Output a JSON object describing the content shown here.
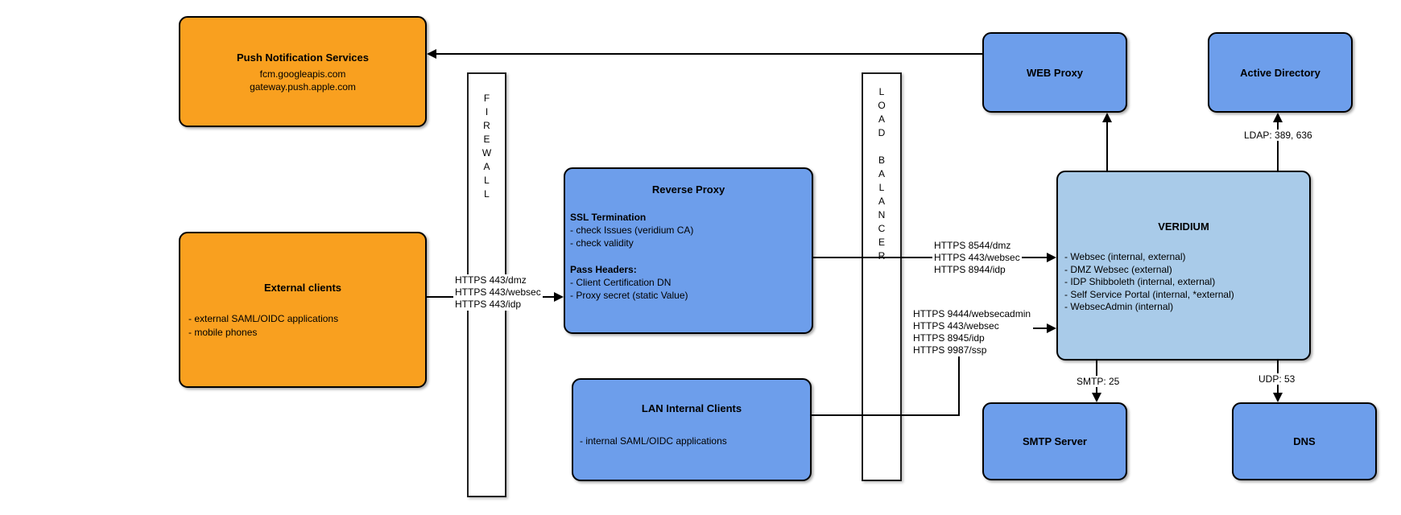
{
  "diagram": {
    "colors": {
      "orange": "#F9A01F",
      "blue": "#6D9EEB",
      "light_blue": "#A9CBE9",
      "line": "#000000"
    },
    "push_services": {
      "title": "Push Notification Services",
      "lines": [
        "fcm.googleapis.com",
        "gateway.push.apple.com"
      ]
    },
    "external_clients": {
      "title": "External clients",
      "items": [
        "- external SAML/OIDC applications",
        "- mobile phones"
      ]
    },
    "firewall": {
      "label": "FIREWALL"
    },
    "load_balancer": {
      "label": "LOAD BALANCER"
    },
    "reverse_proxy": {
      "title": "Reverse Proxy",
      "sections": [
        {
          "heading": "SSL Termination",
          "items": [
            "- check Issues (veridium CA)",
            "- check validity"
          ]
        },
        {
          "heading": "Pass Headers:",
          "items": [
            "- Client Certification DN",
            "- Proxy secret (static Value)"
          ]
        }
      ]
    },
    "lan_internal_clients": {
      "title": "LAN Internal Clients",
      "items": [
        "- internal SAML/OIDC applications"
      ]
    },
    "web_proxy": {
      "title": "WEB Proxy"
    },
    "active_directory": {
      "title": "Active Directory"
    },
    "veridium": {
      "title": "VERIDIUM",
      "items": [
        "- Websec (internal, external)",
        "- DMZ Websec (external)",
        "- IDP Shibboleth (internal, external)",
        "- Self Service Portal (internal, *external)",
        "- WebsecAdmin (internal)"
      ]
    },
    "smtp_server": {
      "title": "SMTP Server"
    },
    "dns": {
      "title": "DNS"
    },
    "edges": {
      "external_to_reverse_proxy": [
        "HTTPS 443/dmz",
        "HTTPS 443/websec",
        "HTTPS 443/idp"
      ],
      "load_balancer_to_veridium": [
        "HTTPS 8544/dmz",
        "HTTPS 443/websec",
        "HTTPS 8944/idp"
      ],
      "lan_to_veridium": [
        "HTTPS 9444/websecadmin",
        "HTTPS 443/websec",
        "HTTPS 8945/idp",
        "HTTPS 9987/ssp"
      ],
      "ldap": "LDAP: 389, 636",
      "smtp": "SMTP: 25",
      "udp": "UDP: 53"
    }
  }
}
